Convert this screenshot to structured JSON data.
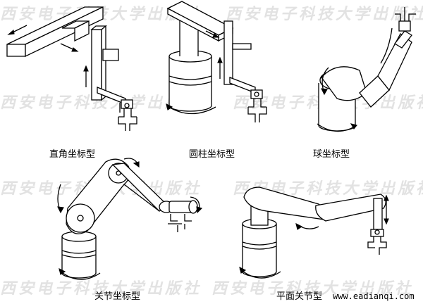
{
  "watermark": {
    "text": "西安电子科技大学出版社"
  },
  "footer": {
    "url": "www.eadianqi.com"
  },
  "diagrams": [
    {
      "label": "直角坐标型"
    },
    {
      "label": "圆柱坐标型"
    },
    {
      "label": "球坐标型"
    },
    {
      "label": "关节坐标型"
    },
    {
      "label": "平面关节型"
    }
  ]
}
